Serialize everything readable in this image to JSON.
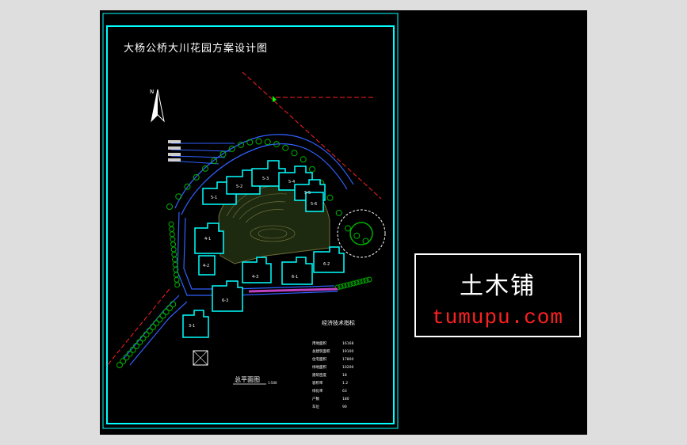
{
  "drawing": {
    "title": "大杨公桥大川花园方案设计图",
    "north_label": "N",
    "plan_caption": "总平面图",
    "plan_scale": "1:500",
    "table_title": "经济技术指标",
    "table_rows": [
      {
        "label": "用地面积",
        "value": "16168"
      },
      {
        "label": "总建筑面积",
        "value": "19100"
      },
      {
        "label": "住宅面积",
        "value": "17800"
      },
      {
        "label": "绿地面积",
        "value": "10200"
      },
      {
        "label": "建筑密度",
        "value": "18"
      },
      {
        "label": "容积率",
        "value": "1.2"
      },
      {
        "label": "绿化率",
        "value": "63"
      },
      {
        "label": "户数",
        "value": "180"
      },
      {
        "label": "车位",
        "value": "90"
      }
    ],
    "building_labels": [
      "5-1",
      "5-2",
      "5-3",
      "5-4",
      "5-5",
      "5-6",
      "4-1",
      "4-2",
      "4-3",
      "6-1",
      "6-2",
      "6-3",
      "3-1"
    ]
  },
  "watermark": {
    "logo_text": "土木铺",
    "url": "tumupu.com"
  },
  "colors": {
    "frame": "#00ffff",
    "building": "#00ffff",
    "tree": "#00b000",
    "road": "#3060ff",
    "boundary": "#ff2020",
    "watermark_url": "#ff2020"
  }
}
